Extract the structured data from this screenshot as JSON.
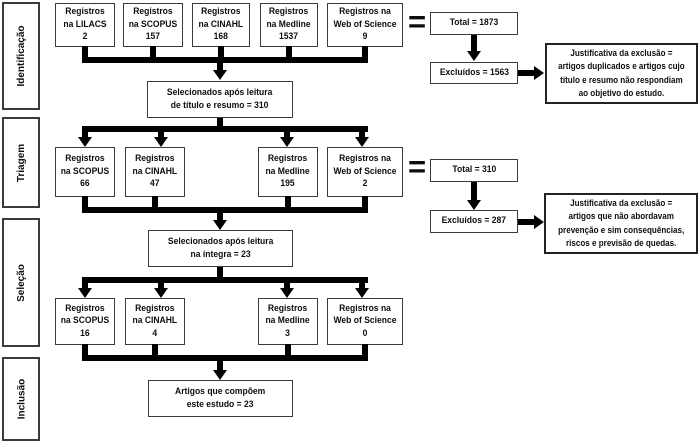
{
  "stages": [
    {
      "label": "Identificação"
    },
    {
      "label": "Triagem"
    },
    {
      "label": "Seleção"
    },
    {
      "label": "Inclusão"
    }
  ],
  "identification": {
    "sources": [
      {
        "line1": "Registros",
        "line2": "na LILACS",
        "count": "2"
      },
      {
        "line1": "Registros",
        "line2": "na SCOPUS",
        "count": "157"
      },
      {
        "line1": "Registros",
        "line2": "na CINAHL",
        "count": "168"
      },
      {
        "line1": "Registros",
        "line2": "na Medline",
        "count": "1537"
      },
      {
        "line1": "Registros na",
        "line2": "Web of Science",
        "count": "9"
      }
    ],
    "equals": "=",
    "total": "Total = 1873",
    "excluded": "Excluídos = 1563",
    "justification": {
      "line1": "Justificativa da exclusão =",
      "line2": "artigos duplicados e artigos cujo",
      "line3": "título e resumo não respondiam",
      "line4": "ao objetivo do estudo."
    }
  },
  "screening": {
    "selected": {
      "line1": "Selecionados após leitura",
      "line2": "de título e resumo = 310"
    },
    "sources": [
      {
        "line1": "Registros",
        "line2": "na SCOPUS",
        "count": "66"
      },
      {
        "line1": "Registros",
        "line2": "na CINAHL",
        "count": "47"
      },
      {
        "line1": "Registros",
        "line2": "na Medline",
        "count": "195"
      },
      {
        "line1": "Registros na",
        "line2": "Web of Science",
        "count": "2"
      }
    ],
    "equals": "=",
    "total": "Total = 310",
    "excluded": "Excluídos = 287",
    "justification": {
      "line1": "Justificativa da exclusão =",
      "line2": "artigos que não abordavam",
      "line3": "prevenção e sim consequências,",
      "line4": "riscos e previsão de quedas."
    }
  },
  "selection": {
    "selected": {
      "line1": "Selecionados após leitura",
      "line2": "na íntegra = 23"
    },
    "sources": [
      {
        "line1": "Registros",
        "line2": "na SCOPUS",
        "count": "16"
      },
      {
        "line1": "Registros",
        "line2": "na CINAHL",
        "count": "4"
      },
      {
        "line1": "Registros",
        "line2": "na Medline",
        "count": "3"
      },
      {
        "line1": "Registros na",
        "line2": "Web of Science",
        "count": "0"
      }
    ]
  },
  "inclusion": {
    "final": {
      "line1": "Artigos que compõem",
      "line2": "este estudo = 23"
    }
  },
  "colors": {
    "line": "#000000",
    "border": "#3b3b3b",
    "text": "#0d0d0d",
    "background": "#ffffff"
  }
}
